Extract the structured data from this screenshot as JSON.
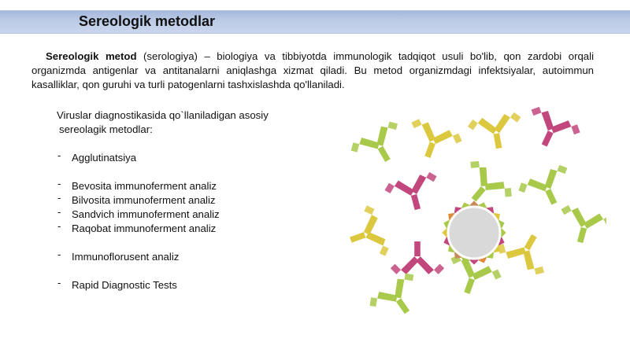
{
  "slide": {
    "title": "Sereologik metodlar",
    "intro_bold": "Sereologik metod",
    "intro_rest": " (serologiya) – biologiya va tibbiyotda immunologik tadqiqot usuli bo'lib, qon zardobi orqali organizmda antigenlar va antitanalarni aniqlashga xizmat qiladi. Bu metod organizmdagi infektsiyalar, autoimmun kasalliklar, qon guruhi va turli patogenlarni tashxislashda qo'llaniladi.",
    "list_heading_line1": "Viruslar diagnostikasida qo`llaniladigan asosiy",
    "list_heading_line2": "sereolagik metodlar:",
    "bullet_char": "-",
    "groups": [
      [
        "Agglutinatsiya"
      ],
      [
        "Bevosita immunoferment analiz",
        "Bilvosita immunoferment analiz",
        "Sandvich immunoferment analiz",
        "Raqobat immunoferment analiz"
      ],
      [
        "Immunoflorusent analiz"
      ],
      [
        "Rapid Diagnostic Tests"
      ]
    ]
  },
  "illustration": {
    "description_icon": "antibody-antigen-icon",
    "colors": {
      "green": "#a8c94a",
      "yellow": "#dcc83e",
      "magenta": "#c2477d",
      "virus_fill": "#d9d9d9",
      "virus_stroke": "#ffffff"
    }
  }
}
